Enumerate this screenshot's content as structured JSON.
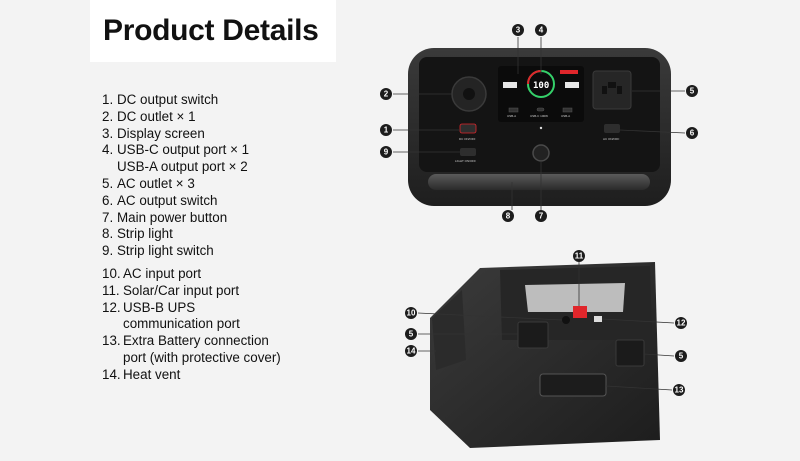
{
  "title": "Product Details",
  "legend": [
    {
      "n": "1.",
      "text": "DC output switch"
    },
    {
      "n": "2.",
      "text": "DC outlet × 1"
    },
    {
      "n": "3.",
      "text": "Display screen"
    },
    {
      "n": "4.",
      "text": "USB-C output port × 1\nUSB-A output port × 2"
    },
    {
      "n": "5.",
      "text": "AC outlet × 3"
    },
    {
      "n": "6.",
      "text": "AC output switch"
    },
    {
      "n": "7.",
      "text": "Main power button"
    },
    {
      "n": "8.",
      "text": "Strip light"
    },
    {
      "n": "9.",
      "text": "Strip light switch"
    },
    {
      "n": "10.",
      "text": "AC input port"
    },
    {
      "n": "11.",
      "text": "Solar/Car input port"
    },
    {
      "n": "12.",
      "text": "USB-B UPS\ncommunication port"
    },
    {
      "n": "13.",
      "text": "Extra Battery connection\nport (with protective cover)"
    },
    {
      "n": "14.",
      "text": "Heat vent"
    }
  ],
  "callouts": [
    "1",
    "2",
    "3",
    "4",
    "5",
    "6",
    "7",
    "8",
    "9",
    "10",
    "11",
    "12",
    "13",
    "14"
  ],
  "panel_labels": {
    "dc_switch": "DC ON/OFF",
    "ac_switch": "AC ON/OFF",
    "light_switch": "LIGHT ON/OFF",
    "usb_a": "USB-A",
    "usb_c": "USB-C 100W",
    "display_value": "100"
  },
  "colors": {
    "callout": "#1c1c1c",
    "body_dark": "#2a2a2a",
    "panel": "#1a1a1a",
    "accent_red": "#e0262b",
    "display_green": "#35d16a"
  }
}
